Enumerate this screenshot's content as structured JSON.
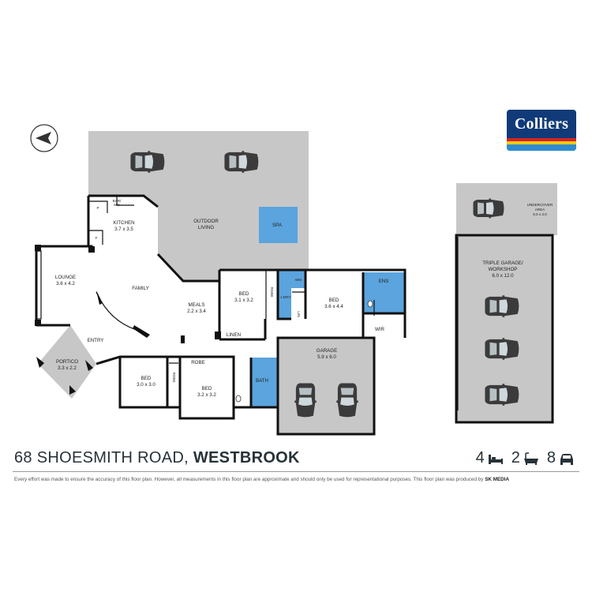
{
  "brand": {
    "name": "Colliers",
    "colors": {
      "navy": "#103a78",
      "red": "#d0242c",
      "yellow": "#f6c812",
      "blue": "#2e8bd0"
    }
  },
  "compass": {
    "icon": "north-arrow-icon"
  },
  "rooms": {
    "outdoor_living": {
      "name": "OUTDOOR",
      "name2": "LIVING"
    },
    "spa": {
      "name": "SPA"
    },
    "kitchen": {
      "name": "KITCHEN",
      "dims": "3.7 x 3.5"
    },
    "bar_mo": {
      "name": "BAR/",
      "name2": "MO"
    },
    "pantry": {
      "name": "P"
    },
    "fridge": {
      "name": "F"
    },
    "lounge": {
      "name": "LOUNGE",
      "dims": "3.6 x 4.2"
    },
    "family": {
      "name": "FAMILY"
    },
    "meals": {
      "name": "MEALS",
      "dims": "2.2 x 3.4"
    },
    "entry": {
      "name": "ENTRY"
    },
    "portico": {
      "name": "PORTICO",
      "dims": "3.3 x 2.2"
    },
    "bed1": {
      "name": "BED",
      "dims": "3.1 x 3.2"
    },
    "robe1": {
      "name": "ROBE"
    },
    "ldry": {
      "name": "L'DRY"
    },
    "wm": {
      "name": "WM"
    },
    "lin": {
      "name": "LIN"
    },
    "master_bed": {
      "name": "BED",
      "dims": "3.6 x 4.4"
    },
    "ens": {
      "name": "ENS"
    },
    "wir": {
      "name": "WIR"
    },
    "linen": {
      "name": "LINEN"
    },
    "garage": {
      "name": "GARAGE",
      "dims": "5.9 x 6.0"
    },
    "bed3": {
      "name": "BED",
      "dims": "3.0 x 3.0"
    },
    "robe3": {
      "name": "ROBE"
    },
    "robe4": {
      "name": "ROBE"
    },
    "bed4": {
      "name": "BED",
      "dims": "3.2 x 3.2"
    },
    "bath": {
      "name": "BATH"
    },
    "undercover": {
      "name": "UNDERCOVER",
      "name2": "AREA",
      "dims": "6.0 x 3.0"
    },
    "triple_garage": {
      "name": "TRIPLE GARAGE/",
      "name2": "WORKSHOP",
      "dims": "6.0 x 12.0"
    }
  },
  "address": {
    "street": "68 SHOESMITH ROAD, ",
    "suburb": "WESTBROOK"
  },
  "stats": {
    "bedrooms": "4",
    "bathrooms": "2",
    "parking": "8",
    "icons": [
      "bed-icon",
      "bath-icon",
      "car-icon"
    ]
  },
  "disclaimer": {
    "text": "Every effort was made to ensure the accuracy of this floor plan. However, all measurements in this floor plan are approximate and should only be used for representational purposes. This floor plan was produced by ",
    "producer": "SK MEDIA"
  }
}
